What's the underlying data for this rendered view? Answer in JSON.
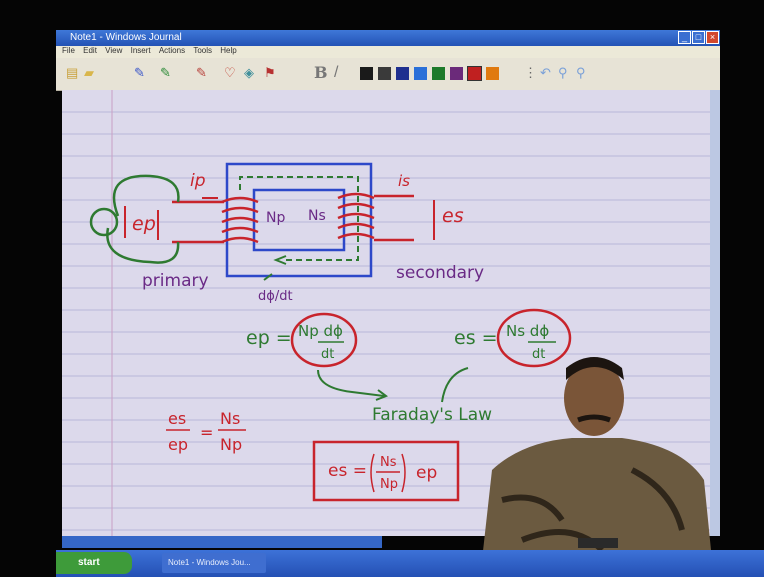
{
  "window": {
    "title": "Note1 - Windows Journal",
    "minimize": "_",
    "maximize": "□",
    "close": "×"
  },
  "menu": [
    "File",
    "Edit",
    "View",
    "Insert",
    "Actions",
    "Tools",
    "Help"
  ],
  "toolbar": {
    "bold": "B",
    "italic": "/",
    "swatches": [
      "#1a1a1a",
      "#3a3a3a",
      "#1f2f8f",
      "#2a6fd8",
      "#1d7a2b",
      "#6b2a7a",
      "#c02020",
      "#e07a10"
    ]
  },
  "notes": {
    "ip": "ip",
    "ep": "ep",
    "np": "Np",
    "ns": "Ns",
    "is": "is",
    "es": "es",
    "primary": "primary",
    "secondary": "secondary",
    "dphidt": "dϕ/dt",
    "eq1_left": "ep =",
    "eq1_box_top": "Np dϕ",
    "eq1_box_bottom": "dt",
    "eq2_left": "es =",
    "eq2_box_top": "Ns dϕ",
    "eq2_box_bottom": "dt",
    "faraday": "Faraday's Law",
    "ratio_num_l": "es",
    "ratio_den_l": "ep",
    "ratio_eq": "=",
    "ratio_num_r": "Ns",
    "ratio_den_r": "Np",
    "box_left": "es =",
    "box_num": "Ns",
    "box_den": "Np",
    "box_right": "ep"
  },
  "taskbar": {
    "start": "start",
    "task1": "Note1 - Windows Jou..."
  },
  "colors": {
    "ink_red": "#c8242c",
    "ink_green": "#2e7a31",
    "ink_purple": "#6a2a86",
    "ink_blue": "#2d48c9",
    "paper": "#dcd9eb",
    "rule": "#b9b6d8"
  }
}
